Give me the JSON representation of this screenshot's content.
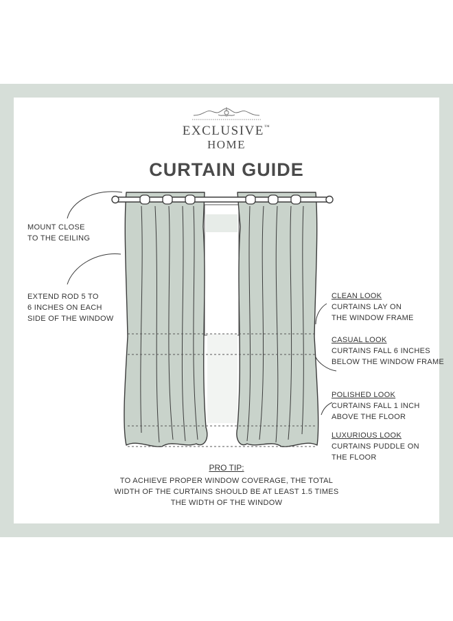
{
  "brand": {
    "line1": "EXCLUSIVE",
    "trademark": "™",
    "line2": "HOME"
  },
  "title": "CURTAIN GUIDE",
  "left_notes": [
    {
      "lines": [
        "MOUNT CLOSE",
        "TO THE CEILING"
      ]
    },
    {
      "lines": [
        "EXTEND ROD 5 TO",
        "6 INCHES ON EACH",
        "SIDE OF THE WINDOW"
      ]
    }
  ],
  "looks": [
    {
      "heading": "CLEAN LOOK",
      "lines": [
        "CURTAINS LAY ON",
        "THE WINDOW FRAME"
      ]
    },
    {
      "heading": "CASUAL LOOK",
      "lines": [
        "CURTAINS FALL 6 INCHES",
        "BELOW THE WINDOW FRAME"
      ]
    },
    {
      "heading": "POLISHED LOOK",
      "lines": [
        "CURTAINS FALL 1 INCH",
        "ABOVE THE FLOOR"
      ]
    },
    {
      "heading": "LUXURIOUS LOOK",
      "lines": [
        "CURTAINS PUDDLE ON",
        "THE FLOOR"
      ]
    }
  ],
  "pro_tip": {
    "heading": "PRO TIP:",
    "lines": [
      "TO ACHIEVE PROPER WINDOW COVERAGE, THE TOTAL",
      "WIDTH OF THE CURTAINS SHOULD BE AT LEAST 1.5 TIMES",
      "THE WIDTH OF THE WINDOW"
    ]
  },
  "colors": {
    "band": "#d6ded8",
    "curtain": "#c9d3cb",
    "ink": "#3a3a3a"
  }
}
